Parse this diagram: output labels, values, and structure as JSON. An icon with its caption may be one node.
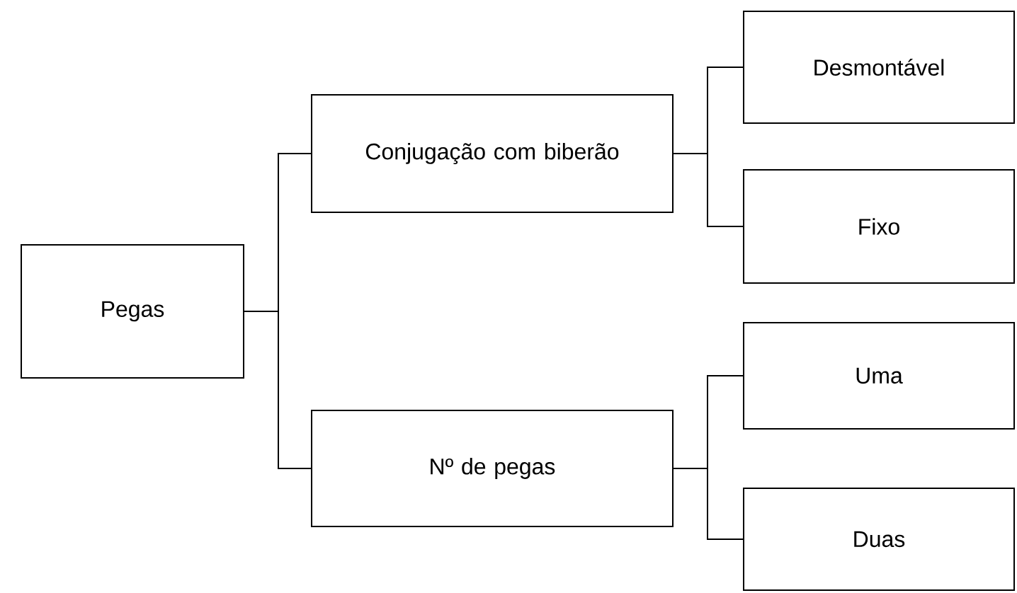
{
  "diagram": {
    "nodes": [
      {
        "text": [
          "Pegas"
        ]
      },
      {
        "text": [
          "Conjugação com biberão"
        ]
      },
      {
        "text": [
          "Nº de pegas"
        ]
      },
      {
        "text": [
          "Desmontável"
        ]
      },
      {
        "text": [
          "Fixo"
        ]
      },
      {
        "text": [
          "Uma"
        ]
      },
      {
        "text": [
          "Duas"
        ]
      }
    ],
    "edges": [
      {
        "from": 0,
        "to": 1,
        "arrow": "none"
      },
      {
        "from": 0,
        "to": 2,
        "arrow": "none"
      },
      {
        "from": 1,
        "to": 3,
        "arrow": "none"
      },
      {
        "from": 1,
        "to": 4,
        "arrow": "none"
      },
      {
        "from": 2,
        "to": 5,
        "arrow": "none"
      },
      {
        "from": 2,
        "to": 6,
        "arrow": "none"
      }
    ]
  }
}
